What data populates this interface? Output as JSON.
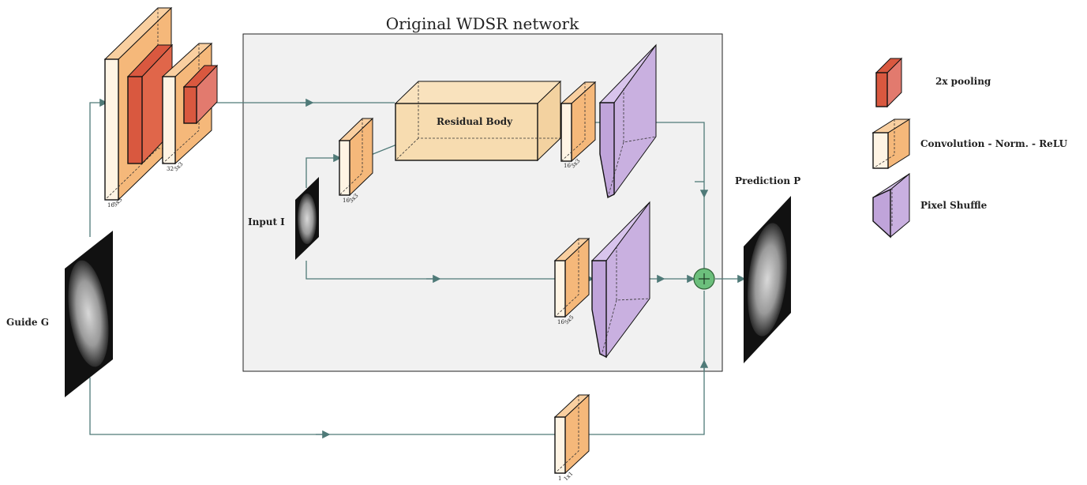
{
  "title": "Original WDSR network",
  "inputs": {
    "input_label": "Input I",
    "guide_label": "Guide G"
  },
  "output": {
    "prediction_label": "Prediction P"
  },
  "residual_body_label": "Residual Body",
  "layer_annotations": {
    "guide_conv1": [
      "16",
      "3x3"
    ],
    "guide_conv2": [
      "32",
      "3x3"
    ],
    "input_conv": [
      "16",
      "3x3"
    ],
    "body_conv": [
      "16",
      "3x3"
    ],
    "skip_conv": [
      "16",
      "5x5"
    ],
    "guide_skip_conv": [
      "1",
      "1x1"
    ]
  },
  "legend": [
    {
      "name": "pooling",
      "label": "2x pooling",
      "color": "#d96a6a"
    },
    {
      "name": "conv",
      "label": "Convolution - Norm. - ReLU",
      "color": "#f5b87a"
    },
    {
      "name": "pixel-shuffle",
      "label": "Pixel Shuffle",
      "color": "#c9b0e0"
    }
  ],
  "colors": {
    "box_fill": "#f1f1f1",
    "flow": "#4f7a78",
    "conv": "#f5b87a",
    "conv_front": "#fff4e4",
    "pool": "#d9583f",
    "shuffle": "#c9b0e0",
    "residual": "#f7dcb0",
    "sum_node": "#6cbf7c"
  }
}
